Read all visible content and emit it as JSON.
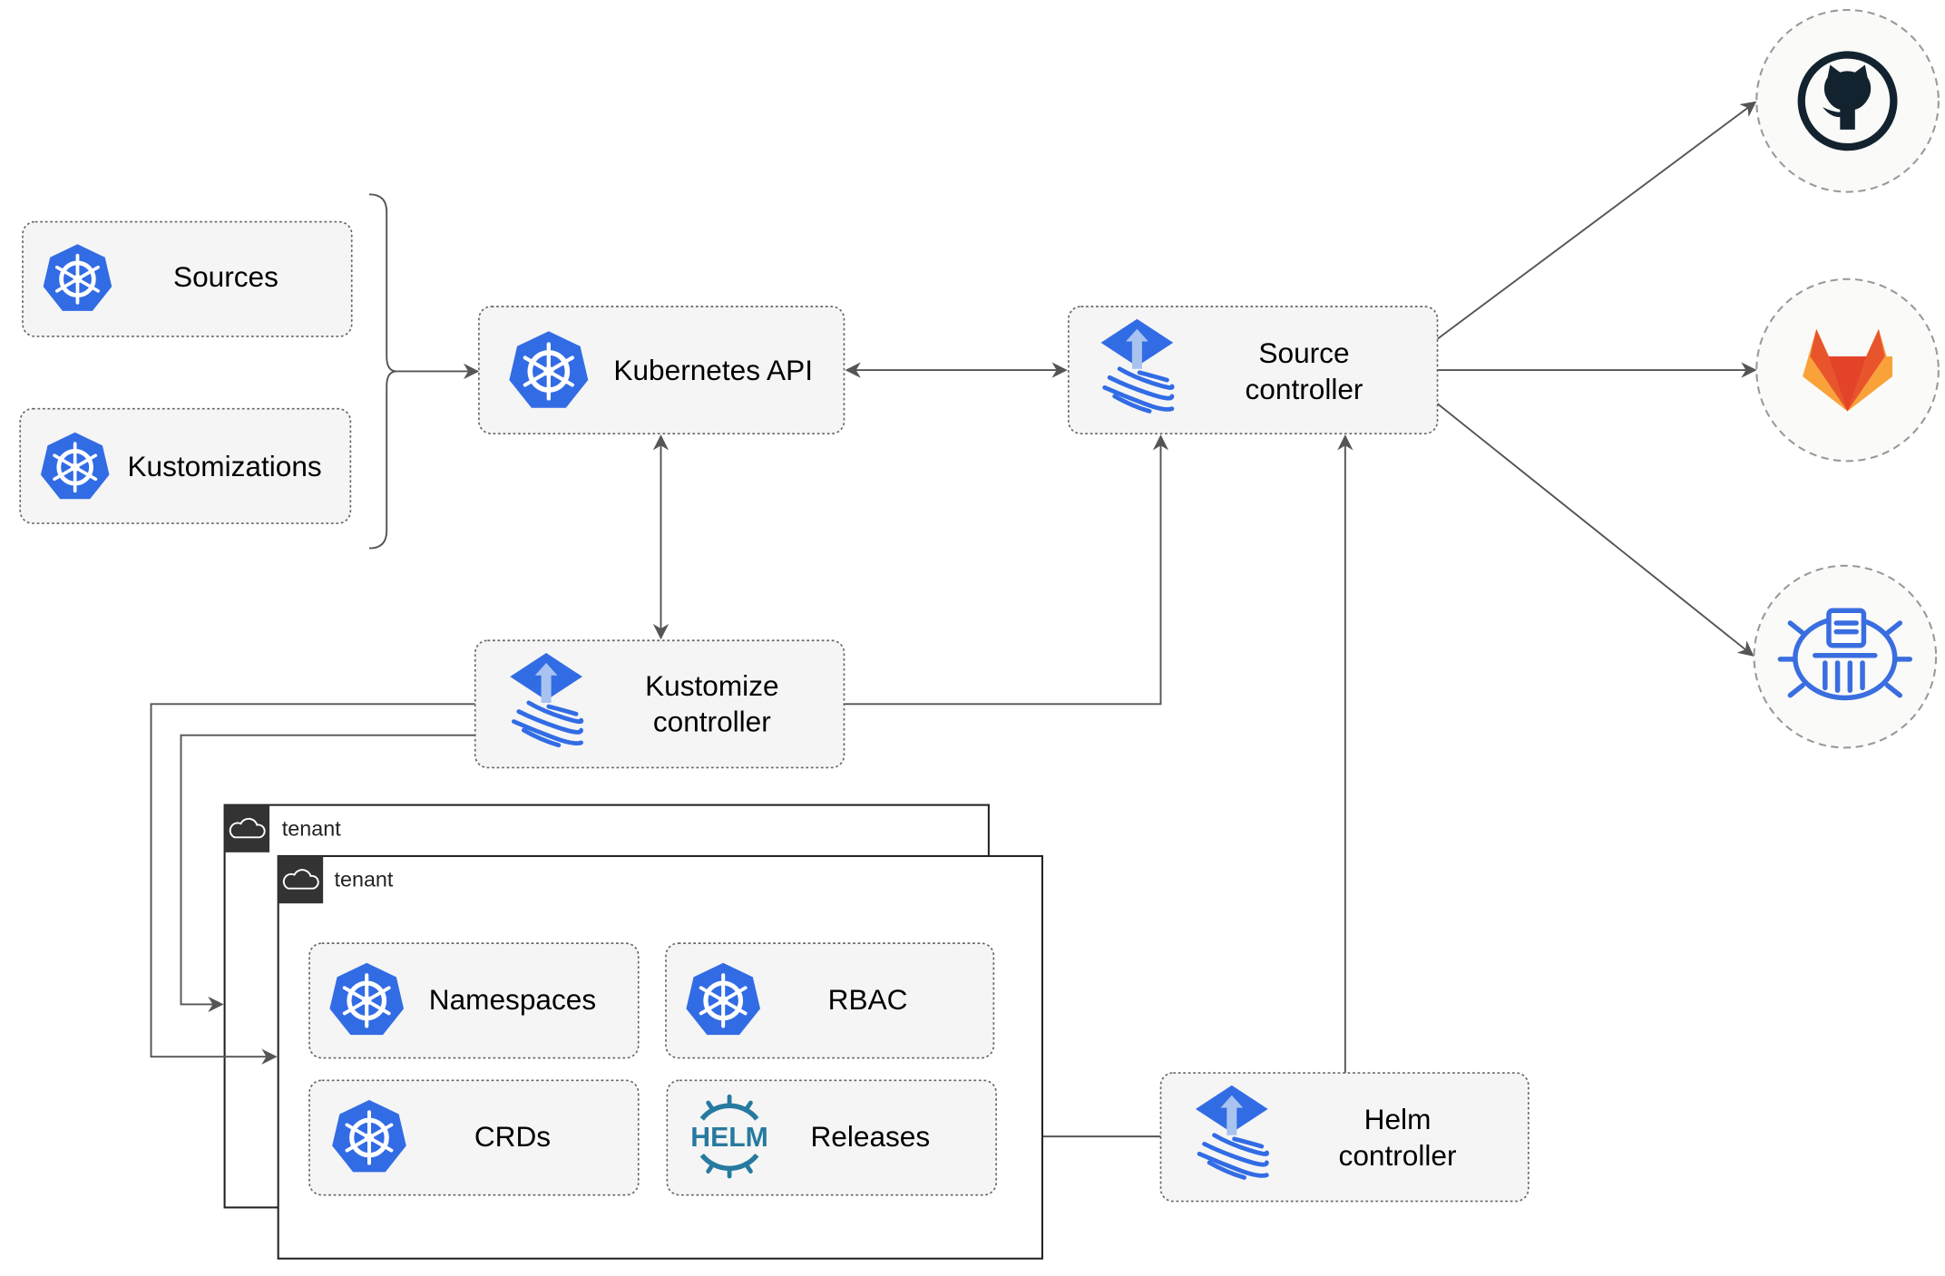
{
  "nodes": {
    "sources": "Sources",
    "kustomizations": "Kustomizations",
    "kubernetes_api": "Kubernetes API",
    "source_controller": [
      "Source",
      "controller"
    ],
    "kustomize_controller": [
      "Kustomize",
      "controller"
    ],
    "helm_controller": [
      "Helm",
      "controller"
    ],
    "namespaces": "Namespaces",
    "rbac": "RBAC",
    "crds": "CRDs",
    "releases": "Releases"
  },
  "tenants": [
    "tenant",
    "tenant"
  ],
  "helm_logo_text": "HELM",
  "external": [
    "github-icon",
    "gitlab-icon",
    "bucket-icon"
  ],
  "colors": {
    "k8s_blue": "#326ce5",
    "github": "#12232f",
    "gitlab_orange": "#e8552c",
    "gitlab_yellow": "#f9a23a",
    "helm": "#277a9f"
  }
}
